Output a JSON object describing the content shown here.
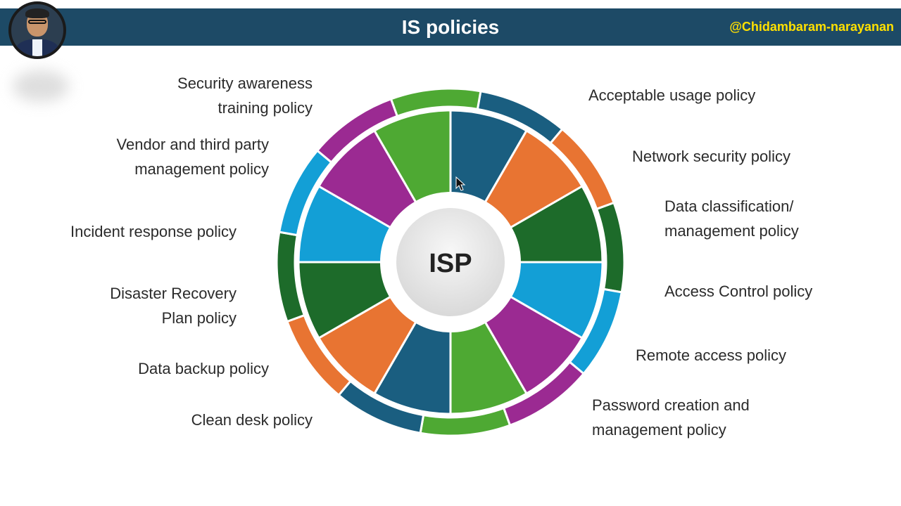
{
  "header": {
    "title": "IS policies",
    "handle": "@Chidambaram-narayanan"
  },
  "diagram": {
    "center_label": "ISP",
    "segments": [
      {
        "label": "Acceptable usage policy",
        "color": "#1a5e80"
      },
      {
        "label": "Network security policy",
        "color": "#e87432"
      },
      {
        "label": "Data classification/\nmanagement policy",
        "color": "#1d6b2a"
      },
      {
        "label": "Access Control policy",
        "color": "#139fd6"
      },
      {
        "label": "Remote access policy",
        "color": "#9b2a92"
      },
      {
        "label": "Password creation and\nmanagement policy",
        "color": "#4ea933"
      },
      {
        "label": "Clean desk policy",
        "color": "#1a5e80"
      },
      {
        "label": "Data backup policy",
        "color": "#e87432"
      },
      {
        "label": "Disaster Recovery\nPlan policy",
        "color": "#1d6b2a"
      },
      {
        "label": "Incident response policy",
        "color": "#139fd6"
      },
      {
        "label": "Vendor and third party\nmanagement policy",
        "color": "#9b2a92"
      },
      {
        "label": "Security awareness\ntraining policy",
        "color": "#4ea933"
      }
    ]
  }
}
